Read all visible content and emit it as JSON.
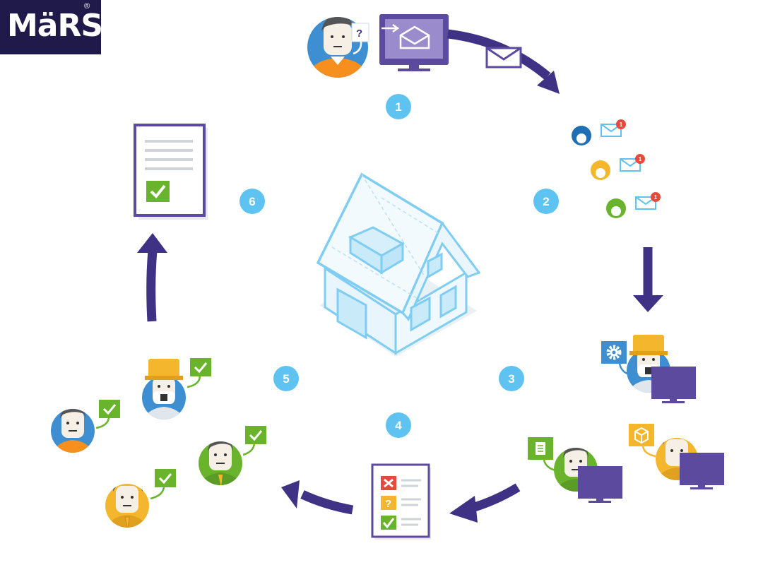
{
  "logo": {
    "text": "MäRS",
    "registered": "®"
  },
  "steps": [
    "1",
    "2",
    "3",
    "4",
    "5",
    "6"
  ],
  "notification_count": "1",
  "question_mark": "?",
  "colors": {
    "purple": "#5b4a9d",
    "dark_purple": "#3f3285",
    "light_blue": "#5ec3f0",
    "house_blue": "#7fcdf2",
    "green": "#6ab42d",
    "yellow": "#f4b62d",
    "orange": "#f78f1e",
    "red": "#e54b3c"
  }
}
